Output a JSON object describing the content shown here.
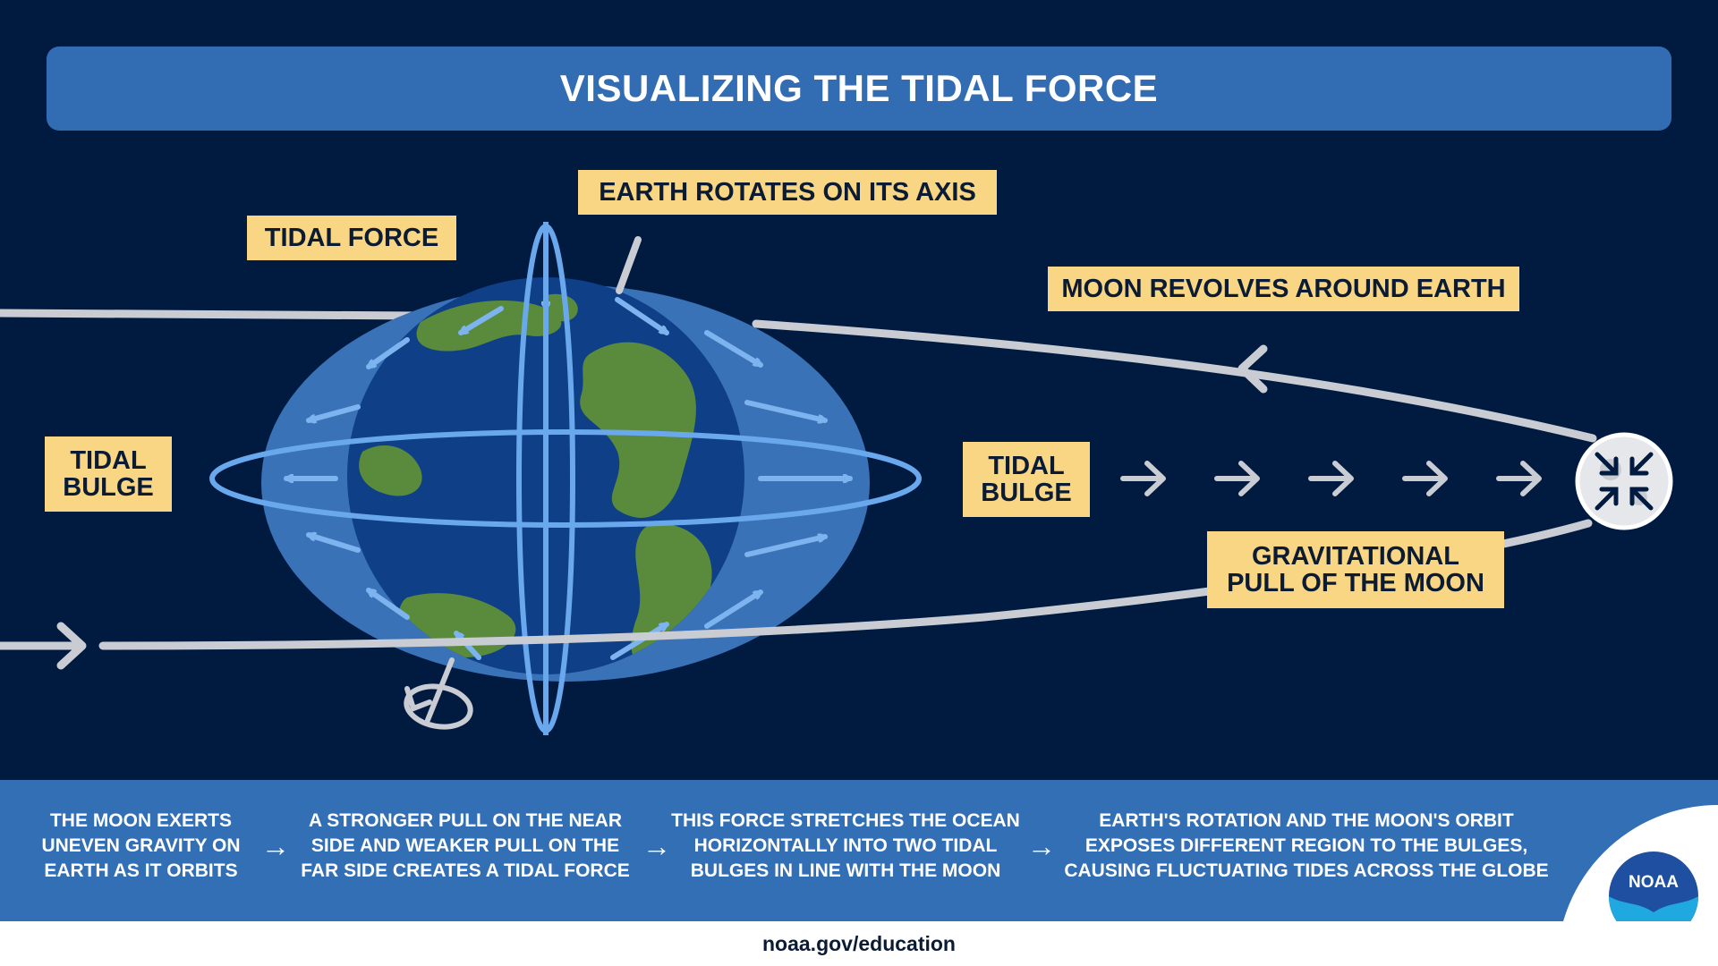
{
  "title": "VISUALIZING THE TIDAL FORCE",
  "labels": {
    "tidal_force": "TIDAL FORCE",
    "earth_rotates": "EARTH ROTATES ON ITS AXIS",
    "moon_revolves": "MOON REVOLVES AROUND EARTH",
    "tidal_bulge_left": "TIDAL BULGE",
    "tidal_bulge_right": "TIDAL BULGE",
    "gravitational_pull": "GRAVITATIONAL PULL OF THE MOON"
  },
  "steps": [
    "THE MOON EXERTS UNEVEN GRAVITY ON EARTH AS IT ORBITS",
    "A STRONGER PULL ON THE NEAR SIDE AND WEAKER PULL ON THE FAR SIDE CREATES A TIDAL FORCE",
    "THIS FORCE STRETCHES THE OCEAN HORIZONTALLY INTO TWO TIDAL BULGES IN LINE WITH THE MOON",
    "EARTH'S ROTATION AND THE MOON'S ORBIT EXPOSES DIFFERENT REGION TO THE BULGES, CAUSING FLUCTUATING TIDES ACROSS THE GLOBE"
  ],
  "step_arrow": "→",
  "footer_url": "noaa.gov/education",
  "logo_text": "NOAA",
  "colors": {
    "background": "#001a40",
    "title_bar": "#326db4",
    "label_bg": "#f8d683",
    "ocean_bulge": "#3a72b8",
    "earth_ocean": "#0e3f87",
    "land": "#5a8a3c",
    "force_arrows": "#7db4f0",
    "orbit_line": "#c9ccd3"
  },
  "icons": [
    "rotation-arrow-icon",
    "moon-icon",
    "noaa-logo-icon"
  ]
}
